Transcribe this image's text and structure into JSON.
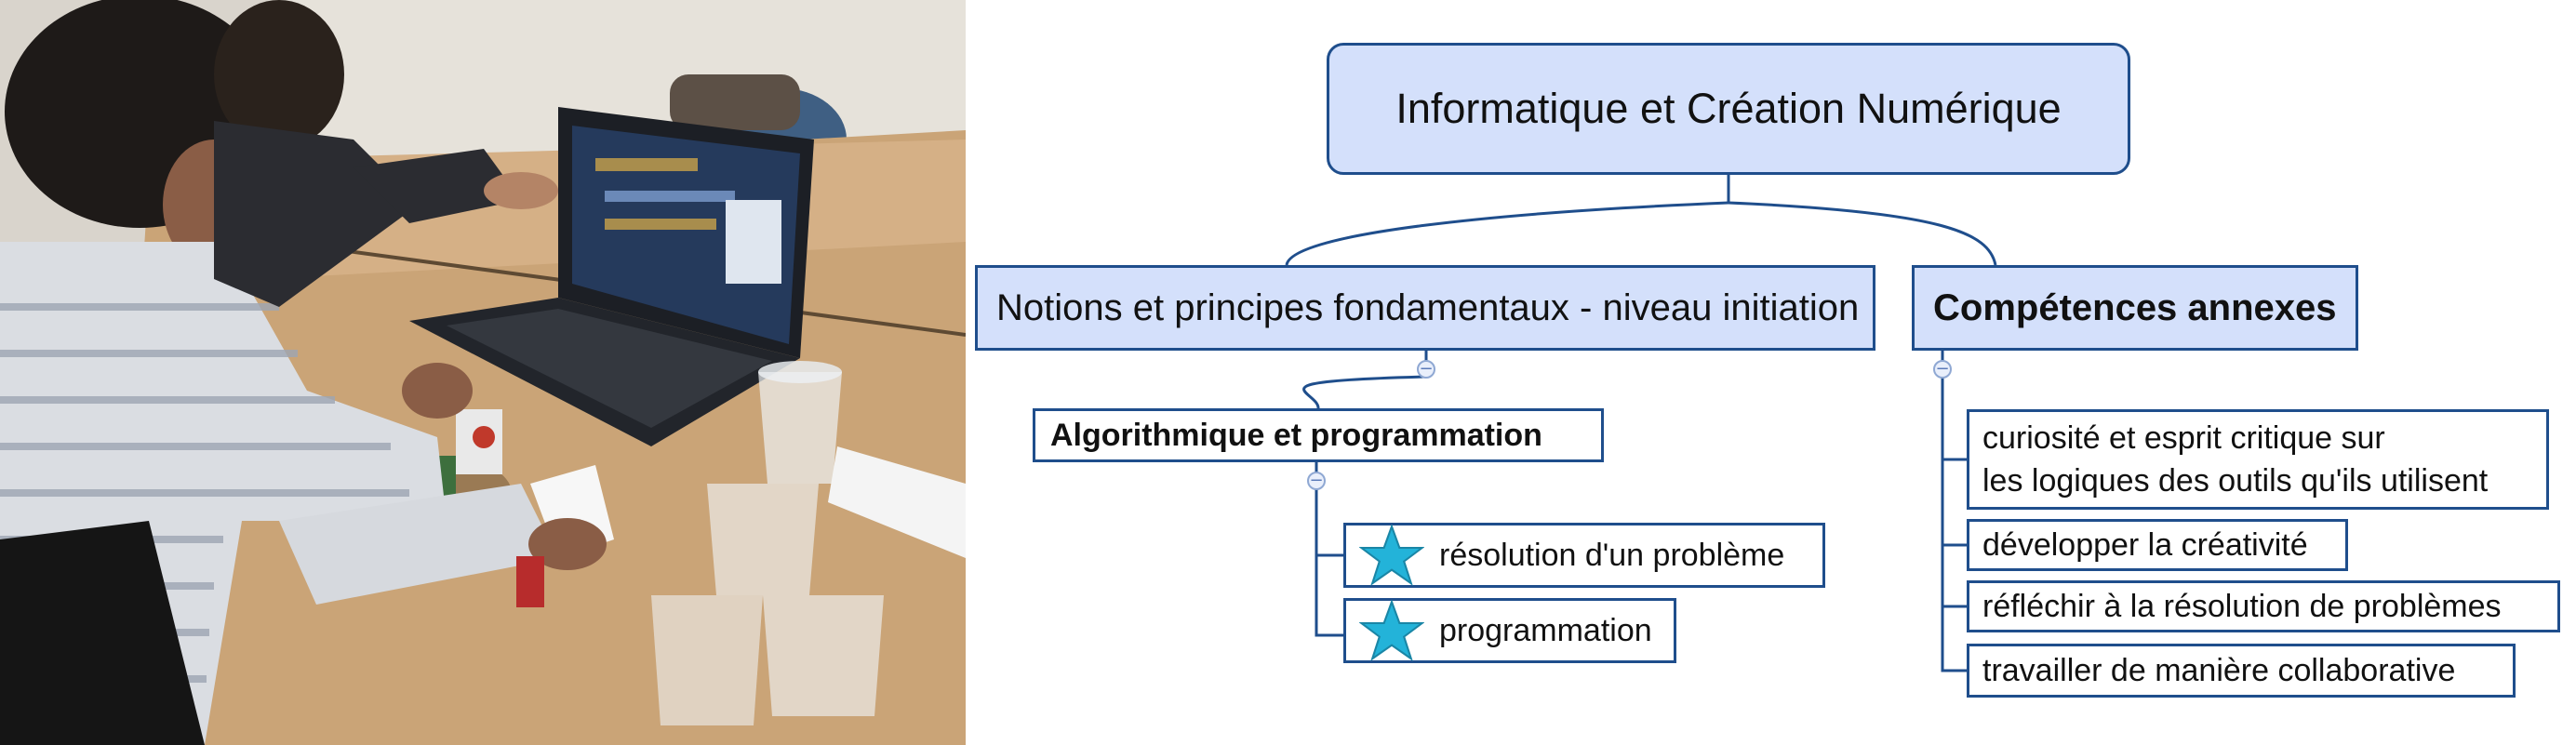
{
  "photo": {
    "icon": "photo-students-robot-laptop"
  },
  "mindmap": {
    "root": {
      "label": "Informatique et Création Numérique"
    },
    "branches": [
      {
        "label": "Notions et principes fondamentaux - niveau initiation",
        "subtopics": [
          {
            "label": "Algorithmique et programmation",
            "items": [
              {
                "label": "résolution d'un problème",
                "marker": "star-icon"
              },
              {
                "label": "programmation",
                "marker": "star-icon"
              }
            ]
          }
        ]
      },
      {
        "label": "Compétences annexes",
        "items": [
          {
            "label_line1": "curiosité et esprit critique sur",
            "label_line2": "les logiques des outils qu'ils utilisent"
          },
          {
            "label": "développer la créativité"
          },
          {
            "label": "réfléchir à la résolution de problèmes"
          },
          {
            "label": "travailler de manière collaborative"
          }
        ]
      }
    ],
    "collapse_symbol": "−",
    "colors": {
      "node_border": "#1f4e8c",
      "node_fill": "#d4e0fb",
      "connector": "#1f4e8c",
      "star": "#23b3d9"
    }
  }
}
